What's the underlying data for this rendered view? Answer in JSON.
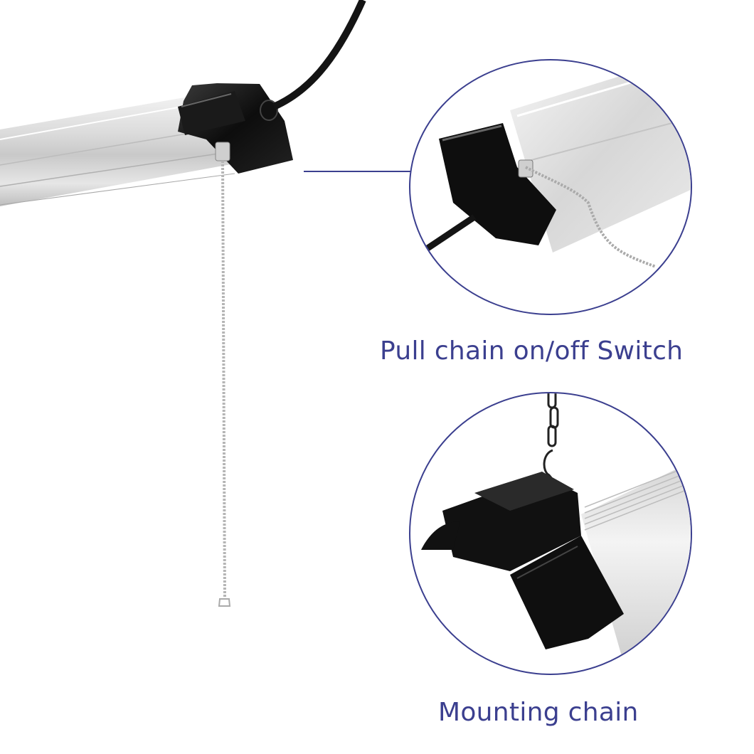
{
  "colors": {
    "accent": "#3b3f8f",
    "background": "#ffffff",
    "fixture_black": "#111111",
    "tube_silver": "#d9d9d9"
  },
  "main_image": {
    "subject": "LED shop light fixture with pull chain and power cord"
  },
  "callouts": [
    {
      "id": "pull-chain",
      "label": "Pull chain on/off Switch",
      "icon": "pull-chain-detail-icon"
    },
    {
      "id": "mounting-chain",
      "label": "Mounting chain",
      "icon": "mounting-chain-detail-icon"
    }
  ]
}
